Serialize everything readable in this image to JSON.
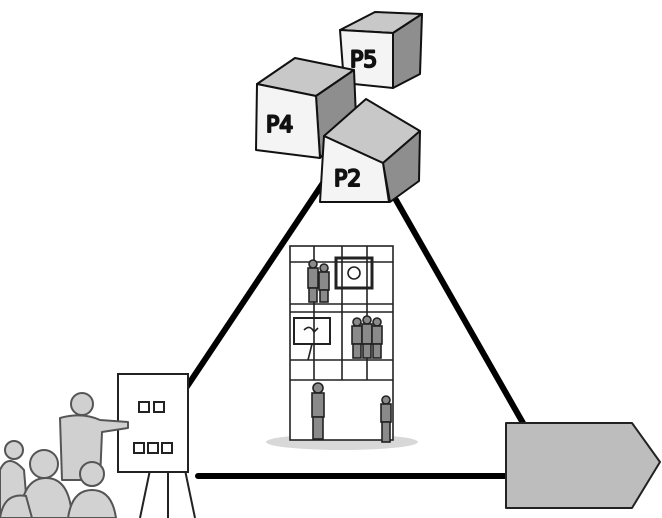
{
  "cubes": [
    {
      "id": "p5",
      "label": "P5"
    },
    {
      "id": "p4",
      "label": "P4"
    },
    {
      "id": "p2",
      "label": "P2"
    }
  ],
  "colors": {
    "line": "#000000",
    "cube_front": "#f4f4f4",
    "cube_top": "#c8c8c8",
    "cube_side": "#8e8e8e",
    "arrow_fill": "#bdbdbd",
    "people_fill": "#d0d0d0",
    "people_outline": "#555555"
  },
  "icons": {
    "presenter": "presenter-at-flipchart-icon",
    "building": "office-building-with-people-icon",
    "arrow": "output-pentagon-arrow-icon"
  }
}
